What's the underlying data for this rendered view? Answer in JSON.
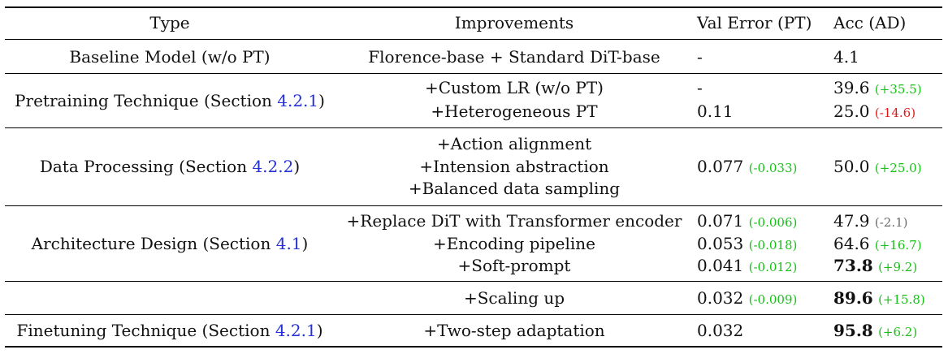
{
  "header": {
    "type": "Type",
    "improvements": "Improvements",
    "val_error": "Val Error (PT)",
    "acc": "Acc (AD)"
  },
  "groups": [
    {
      "type_text": "Baseline Model (w/o PT)",
      "improvements": [
        "Florence-base + Standard DiT-base"
      ],
      "val": [
        {
          "v": "-",
          "d": ""
        }
      ],
      "acc": [
        {
          "v": "4.1",
          "d": "",
          "bold": false
        }
      ]
    },
    {
      "type_text": "Pretraining Technique (Section ",
      "type_ref": "4.2.1",
      "type_close": ")",
      "improvements": [
        "+Custom LR (w/o PT)",
        "+Heterogeneous PT"
      ],
      "val": [
        {
          "v": "-",
          "d": ""
        },
        {
          "v": "0.11",
          "d": ""
        }
      ],
      "acc": [
        {
          "v": "39.6",
          "d": "(+35.5)",
          "tone": "pos",
          "bold": false
        },
        {
          "v": "25.0",
          "d": "(-14.6)",
          "tone": "neg",
          "bold": false
        }
      ]
    },
    {
      "type_text": "Data Processing (Section ",
      "type_ref": "4.2.2",
      "type_close": ")",
      "improvements": [
        "+Action alignment",
        "+Intension abstraction",
        "+Balanced data sampling"
      ],
      "val": [
        {
          "v": "0.077",
          "d": "(-0.033)",
          "tone": "pos"
        }
      ],
      "acc": [
        {
          "v": "50.0",
          "d": "(+25.0)",
          "tone": "pos",
          "bold": false
        }
      ]
    },
    {
      "type_text": "Architecture Design (Section ",
      "type_ref": "4.1",
      "type_close": ")",
      "improvements": [
        "+Replace DiT with Transformer encoder",
        "+Encoding pipeline",
        "+Soft-prompt"
      ],
      "val": [
        {
          "v": "0.071",
          "d": "(-0.006)",
          "tone": "pos"
        },
        {
          "v": "0.053",
          "d": "(-0.018)",
          "tone": "pos"
        },
        {
          "v": "0.041",
          "d": "(-0.012)",
          "tone": "pos"
        }
      ],
      "acc": [
        {
          "v": "47.9",
          "d": "(-2.1)",
          "tone": "neu",
          "bold": false
        },
        {
          "v": "64.6",
          "d": "(+16.7)",
          "tone": "pos",
          "bold": false
        },
        {
          "v": "73.8",
          "d": "(+9.2)",
          "tone": "pos",
          "bold": true
        }
      ]
    },
    {
      "type_text": "",
      "improvements": [
        "+Scaling up"
      ],
      "val": [
        {
          "v": "0.032",
          "d": "(-0.009)",
          "tone": "pos"
        }
      ],
      "acc": [
        {
          "v": "89.6",
          "d": "(+15.8)",
          "tone": "pos",
          "bold": true
        }
      ]
    },
    {
      "type_text": "Finetuning Technique (Section ",
      "type_ref": "4.2.1",
      "type_close": ")",
      "improvements": [
        "+Two-step adaptation"
      ],
      "val": [
        {
          "v": "0.032",
          "d": ""
        }
      ],
      "acc": [
        {
          "v": "95.8",
          "d": "(+6.2)",
          "tone": "pos",
          "bold": true
        }
      ]
    }
  ]
}
